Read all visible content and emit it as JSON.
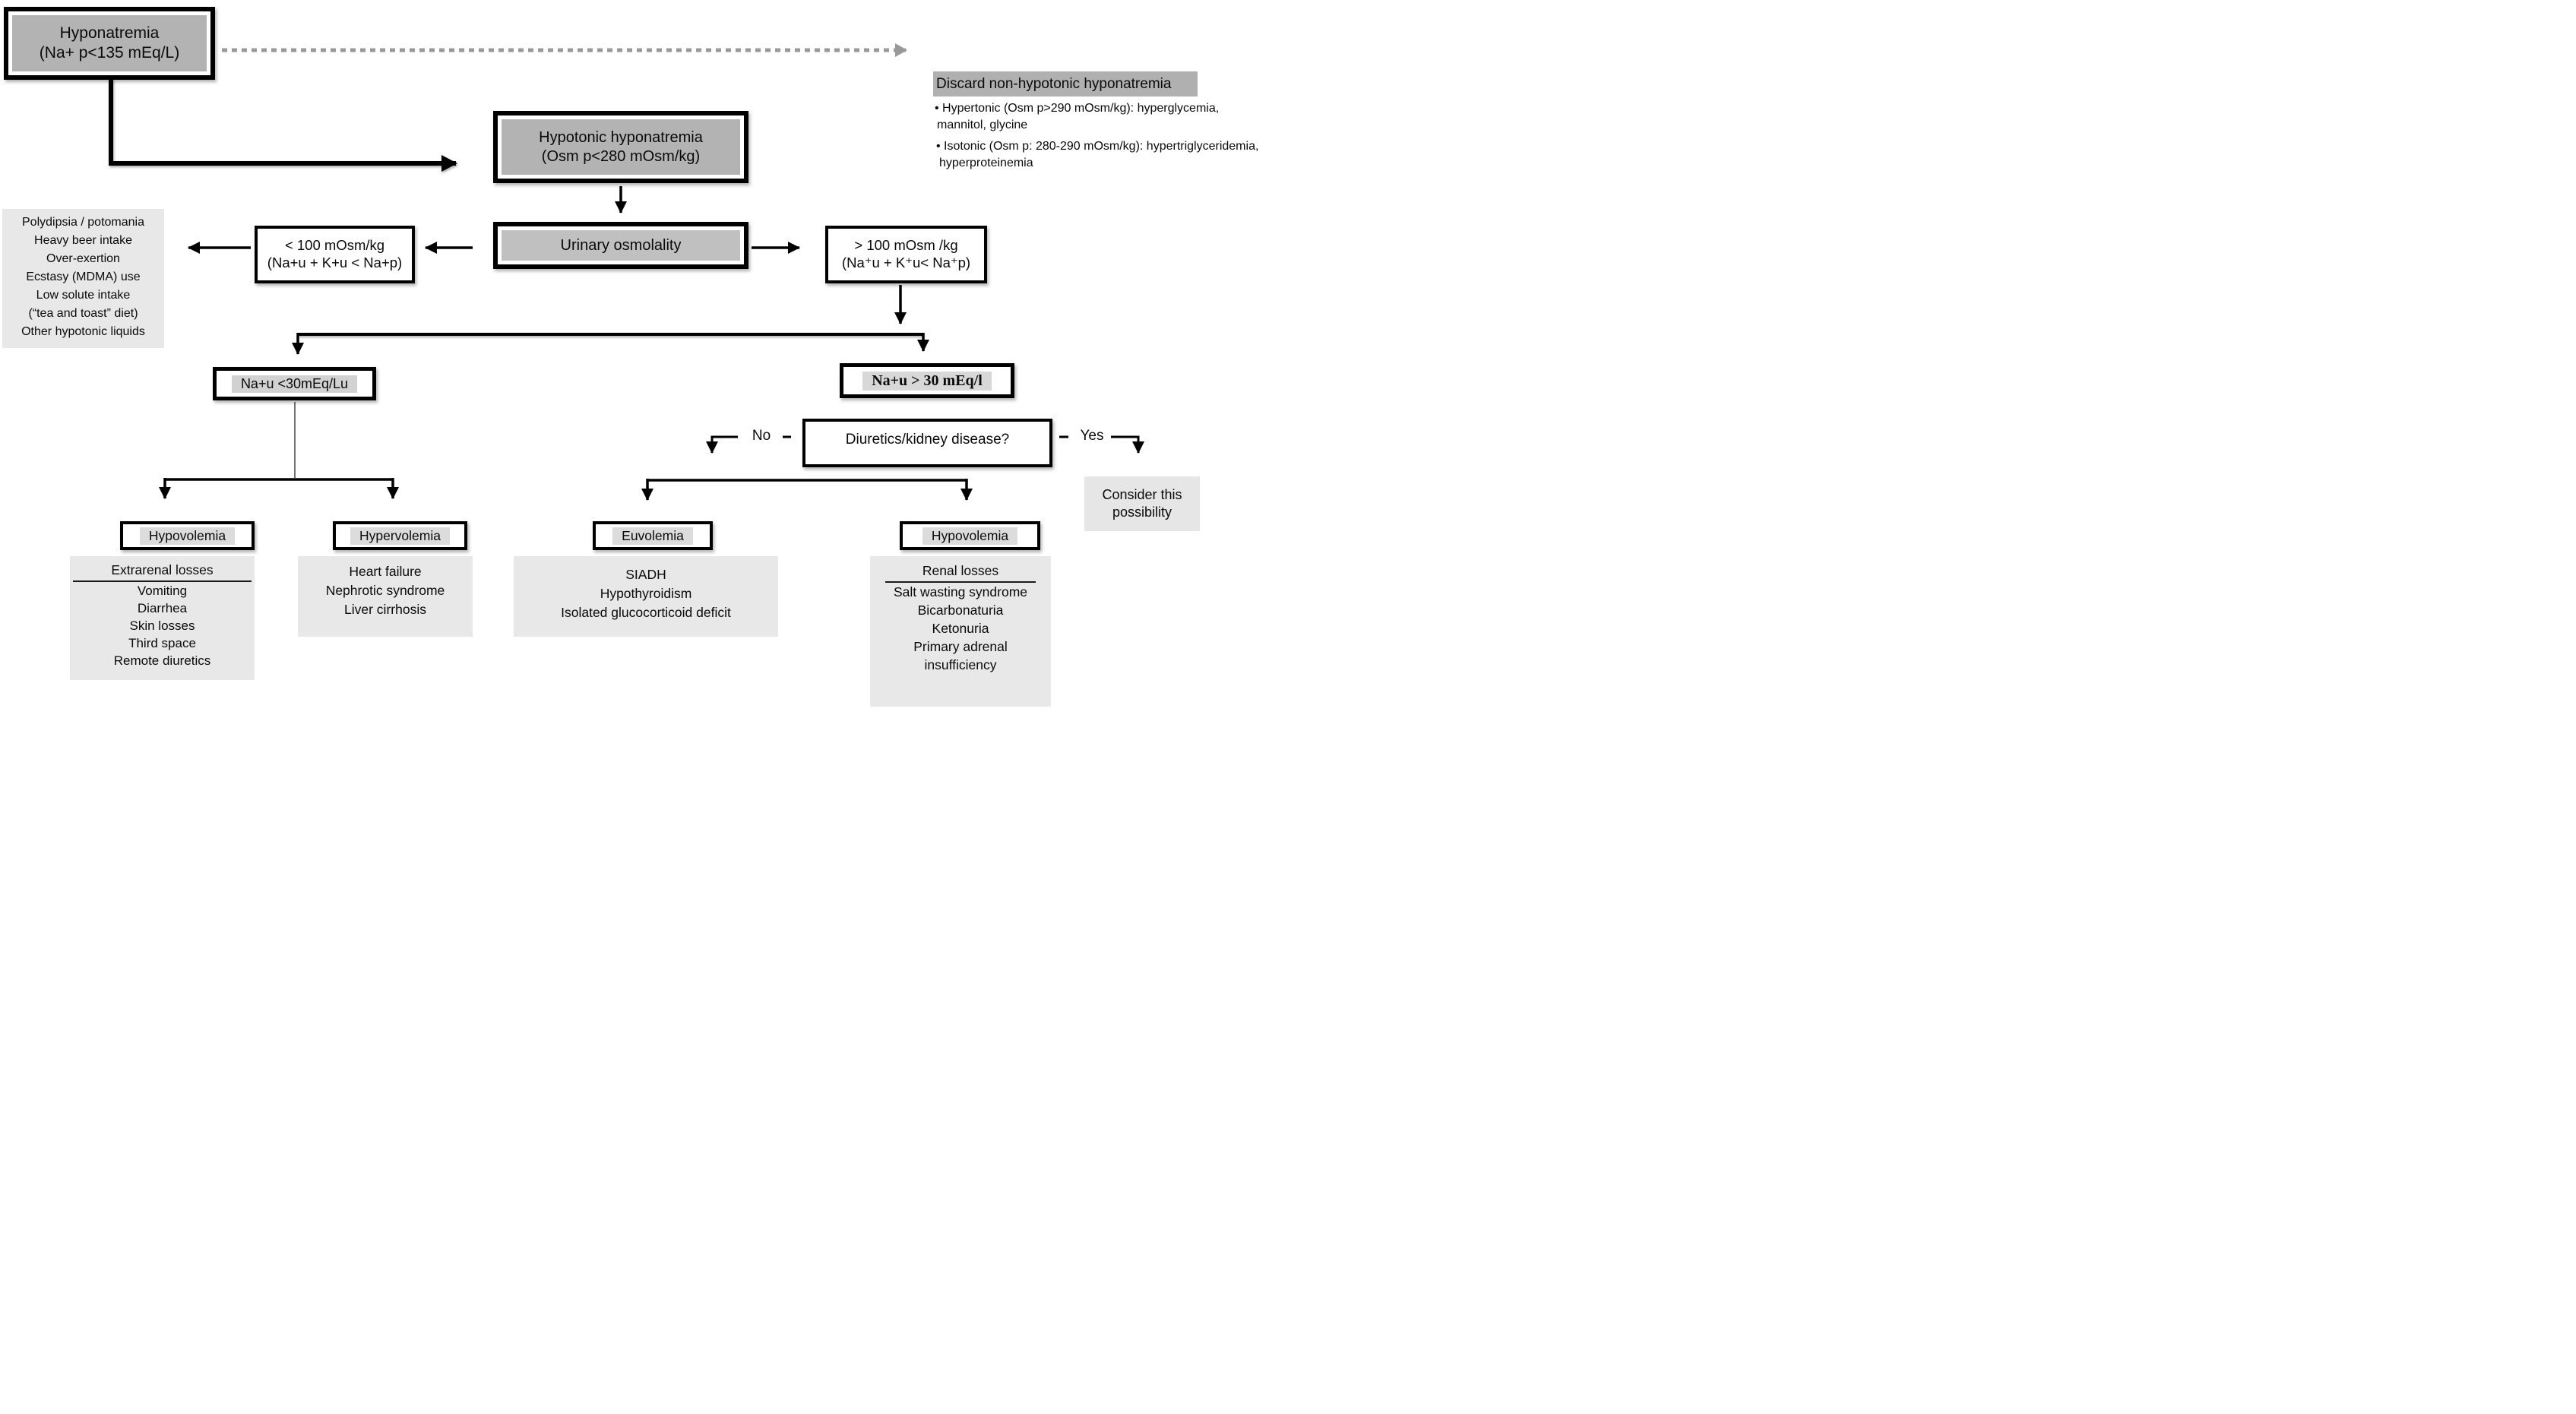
{
  "palette": {
    "node_gray": "#b3b3b3",
    "urinary_gray": "#c0c0c0",
    "label_gray": "#d4d4d4",
    "panel_gray": "#e8e8e8",
    "heading_gray": "#b0b0b0",
    "dashed_arrow_gray": "#999999",
    "line_black": "#000000"
  },
  "nodes": {
    "hyponatremia": {
      "lines": [
        "Hyponatremia",
        "(Na+ p<135 mEq/L)"
      ]
    },
    "hypotonic": {
      "lines": [
        "Hypotonic hyponatremia",
        "(Osm p<280 mOsm/kg)"
      ]
    },
    "urinary": {
      "label": "Urinary osmolality"
    },
    "osm_low": {
      "lines": [
        "< 100 mOsm/kg",
        "(Na+u + K+u < Na+p)"
      ]
    },
    "osm_high": {
      "lines": [
        "> 100 mOsm /kg",
        "(Na⁺u + K⁺u< Na⁺p)"
      ]
    },
    "na_low": {
      "label": "Na+u <30mEq/Lu"
    },
    "na_high": {
      "label": "Na+u > 30 mEq/l"
    },
    "diuretics": {
      "label": "Diuretics/kidney disease?"
    },
    "consider": {
      "label": "Consider this possibility"
    },
    "hypovolemia_left": {
      "label": "Hypovolemia"
    },
    "hypervolemia": {
      "label": "Hypervolemia"
    },
    "euvolemia": {
      "label": "Euvolemia"
    },
    "hypovolemia_right": {
      "label": "Hypovolemia"
    }
  },
  "branch_labels": {
    "no": "No",
    "yes": "Yes"
  },
  "discard": {
    "heading": "Discard non-hypotonic hyponatremia",
    "bullets": [
      {
        "line1": "• Hypertonic (Osm p>290 mOsm/kg): hyperglycemia,",
        "line2": "mannitol, glycine"
      },
      {
        "line1": "• Isotonic (Osm p: 280-290 mOsm/kg): hypertriglyceridemia,",
        "line2": "hyperproteinemia"
      }
    ]
  },
  "lists": {
    "polydipsia": {
      "items": [
        "Polydipsia / potomania",
        "Heavy beer intake",
        "Over-exertion",
        "Ecstasy (MDMA) use",
        "Low solute intake",
        "(“tea and toast” diet)",
        "Other hypotonic liquids"
      ]
    },
    "extrarenal": {
      "header": "Extrarenal losses",
      "items": [
        "Vomiting",
        "Diarrhea",
        "Skin losses",
        "Third space",
        "Remote diuretics"
      ]
    },
    "hypervolemia_causes": {
      "items": [
        "Heart failure",
        "Nephrotic syndrome",
        "Liver cirrhosis"
      ]
    },
    "euvolemia_causes": {
      "items": [
        "SIADH",
        "Hypothyroidism",
        "Isolated glucocorticoid deficit"
      ]
    },
    "renal": {
      "header": "Renal losses",
      "items": [
        "Salt wasting syndrome",
        "Bicarbonaturia",
        "Ketonuria",
        "Primary adrenal insufficiency"
      ]
    }
  }
}
